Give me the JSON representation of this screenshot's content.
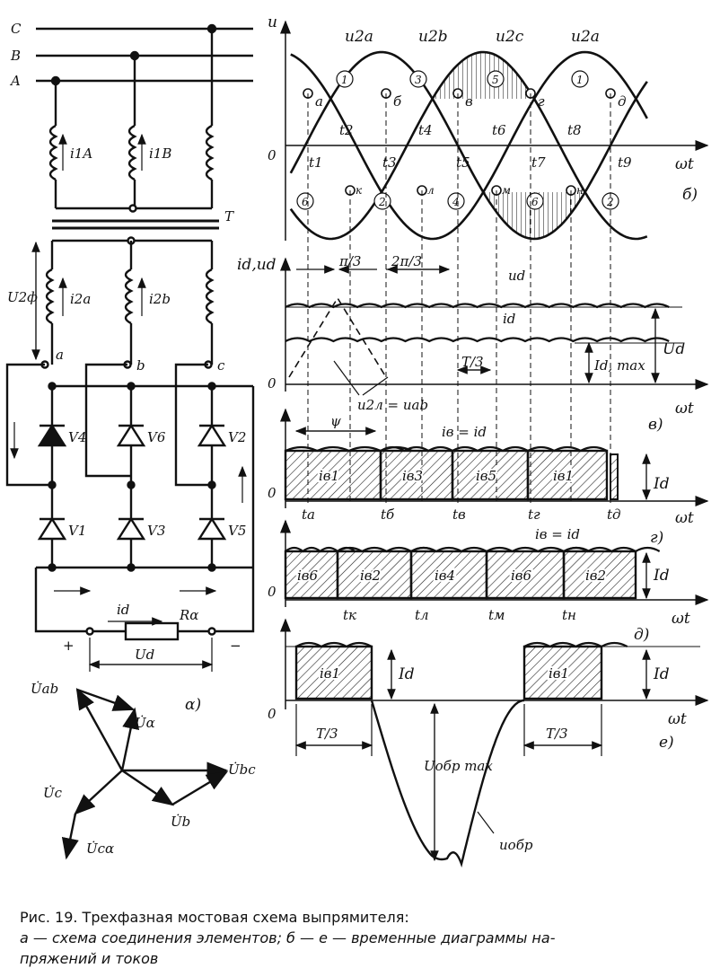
{
  "circuit": {
    "phase_lines": [
      "C",
      "B",
      "A"
    ],
    "primary_currents": [
      "i1A",
      "i1B"
    ],
    "transformer_label": "T",
    "secondary_currents": [
      "i2a",
      "i2b"
    ],
    "phase_voltage": "U2ф",
    "phase_nodes": [
      "a",
      "b",
      "c"
    ],
    "diodes_upper": [
      "V4",
      "V6",
      "V2"
    ],
    "diodes_lower": [
      "V1",
      "V3",
      "V5"
    ],
    "load_current": "id",
    "load_resistor": "Rα",
    "load_voltage": "Ud",
    "plus": "+",
    "minus": "−",
    "panel_label": "α)"
  },
  "phasors": [
    "U̇ab",
    "U̇α",
    "U̇bc",
    "U̇c",
    "U̇b",
    "U̇cα"
  ],
  "panel_b": {
    "y_label": "u",
    "x_label": "ωt",
    "origin": "0",
    "curve_labels": [
      "u2a",
      "u2b",
      "u2c",
      "u2a"
    ],
    "upper_regions": [
      "1",
      "3",
      "5",
      "1"
    ],
    "lower_regions": [
      "6",
      "2",
      "4",
      "6",
      "2"
    ],
    "upper_points": [
      "a",
      "б",
      "в",
      "г",
      "д"
    ],
    "lower_points": [
      "к",
      "л",
      "м",
      "н"
    ],
    "times": [
      "t1",
      "t2",
      "t3",
      "t4",
      "t5",
      "t6",
      "t7",
      "t8",
      "t9"
    ],
    "panel_label": "б)"
  },
  "panel_v": {
    "y_label": "id,ud",
    "x_label": "ωt",
    "origin": "0",
    "interval_pi3": "π/3",
    "interval_2pi3": "2π/3",
    "ud": "ud",
    "id": "id",
    "line_voltage": "u2л = uab",
    "period_third": "T/3",
    "id_max": "Id, max",
    "Ud": "Ud",
    "panel_label": "в)"
  },
  "panel_g": {
    "psi": "ψ",
    "current_note": "iв = id",
    "origin": "0",
    "pulses": [
      "iв1",
      "iв3",
      "iв5",
      "iв1"
    ],
    "times": [
      "tа",
      "tб",
      "tв",
      "tг",
      "tд"
    ],
    "Id": "Id",
    "x_label": "ωt",
    "panel_label": "г)"
  },
  "panel_d": {
    "current_note": "iв = id",
    "origin": "0",
    "pulses": [
      "iв6",
      "iв2",
      "iв4",
      "iв6",
      "iв2"
    ],
    "times": [
      "tк",
      "tл",
      "tм",
      "tн"
    ],
    "Id": "Id",
    "x_label": "ωt",
    "panel_label": "д)"
  },
  "panel_e": {
    "origin": "0",
    "pulses": [
      "iв1",
      "iв1"
    ],
    "Id": "Id",
    "period_third": "T/3",
    "reverse_max": "Uобр max",
    "reverse_curve": "uобр",
    "x_label": "ωt",
    "panel_label": "е)"
  },
  "caption": {
    "line1": "Рис. 19. Трехфазная мостовая схема выпрямителя:",
    "line2": "а — схема соединения элементов;  б — е — временные диаграммы на-",
    "line3": "пряжений и токов"
  }
}
